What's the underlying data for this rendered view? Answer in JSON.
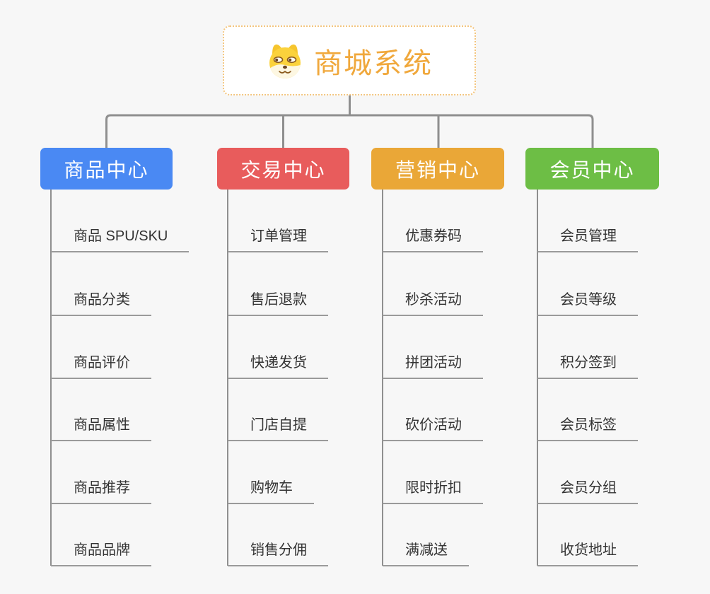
{
  "root": {
    "title": "商城系统",
    "icon": "doge-icon"
  },
  "branches": [
    {
      "label": "商品中心",
      "color": "#4a89f3",
      "items": [
        "商品 SPU/SKU",
        "商品分类",
        "商品评价",
        "商品属性",
        "商品推荐",
        "商品品牌"
      ]
    },
    {
      "label": "交易中心",
      "color": "#e85c5c",
      "items": [
        "订单管理",
        "售后退款",
        "快递发货",
        "门店自提",
        "购物车",
        "销售分佣"
      ]
    },
    {
      "label": "营销中心",
      "color": "#eaa737",
      "items": [
        "优惠券码",
        "秒杀活动",
        "拼团活动",
        "砍价活动",
        "限时折扣",
        "满减送"
      ]
    },
    {
      "label": "会员中心",
      "color": "#6dbe45",
      "items": [
        "会员管理",
        "会员等级",
        "积分签到",
        "会员标签",
        "会员分组",
        "收货地址"
      ]
    }
  ],
  "colors": {
    "background": "#f7f7f7",
    "root_border": "#f3c57e",
    "root_title": "#f0a83c",
    "connector_line": "#8f8f8f",
    "leaf_underline": "#9a9a9a",
    "leaf_text": "#333333"
  }
}
